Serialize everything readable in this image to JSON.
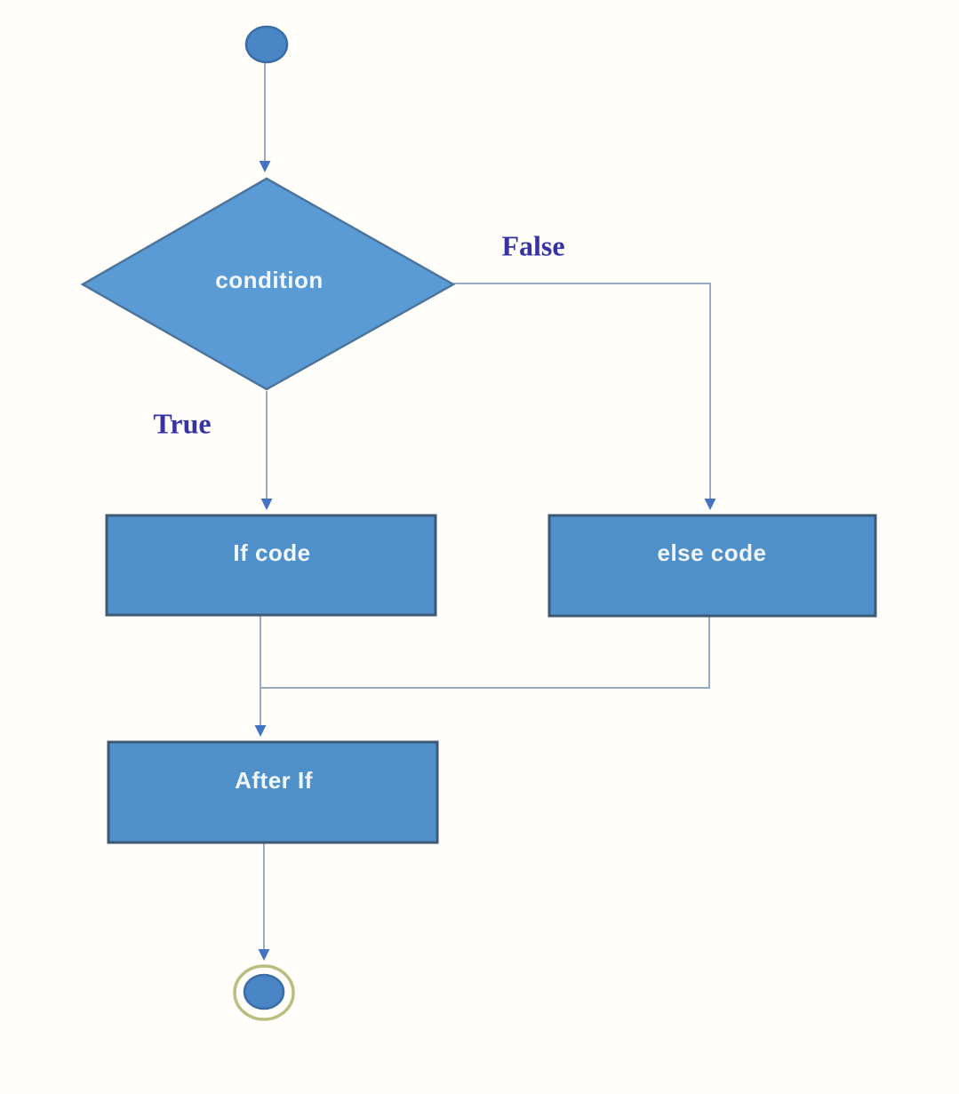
{
  "diagram": {
    "type": "flowchart",
    "nodes": {
      "start": {
        "kind": "start-circle"
      },
      "condition": {
        "kind": "decision-diamond",
        "label": "condition"
      },
      "if_code": {
        "kind": "process-rect",
        "label": "If code"
      },
      "else_code": {
        "kind": "process-rect",
        "label": "else code"
      },
      "after_if": {
        "kind": "process-rect",
        "label": "After If"
      },
      "end": {
        "kind": "end-bullseye"
      }
    },
    "branches": {
      "true_label": "True",
      "false_label": "False"
    },
    "colors": {
      "background": "#fffefb",
      "diamond_fill": "#5b9bd5",
      "diamond_border": "#4d759b",
      "rect_fill": "#4f90ca",
      "rect_border": "#3d5974",
      "start_fill": "#4a86c6",
      "start_border": "#3a6ea5",
      "connector": "#96aac4",
      "arrowhead": "#4472c4",
      "label_text": "#f2f7fc",
      "branch_label": "#3634a4",
      "end_ring": "#b9bd7d"
    }
  }
}
